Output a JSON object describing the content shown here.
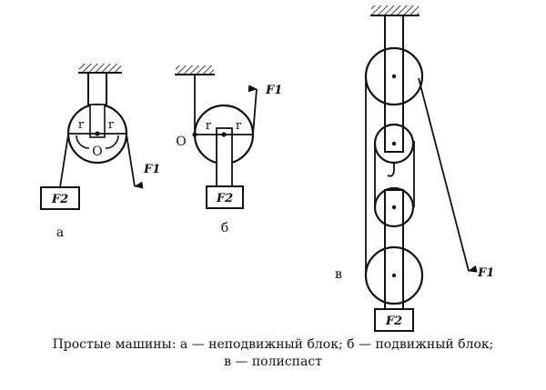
{
  "labels": {
    "r": "r",
    "o": "O",
    "f1": "F1",
    "f2": "F2",
    "fig_a": "а",
    "fig_b": "б",
    "fig_v": "в"
  },
  "caption": {
    "line1": "Простые машины: а — неподвижный блок; б — подвижный блок;",
    "line2": "в — полиспаст"
  },
  "colors": {
    "ink": "#111111",
    "wheel_fill": "#ffffff",
    "block_fill": "#ffffff"
  }
}
